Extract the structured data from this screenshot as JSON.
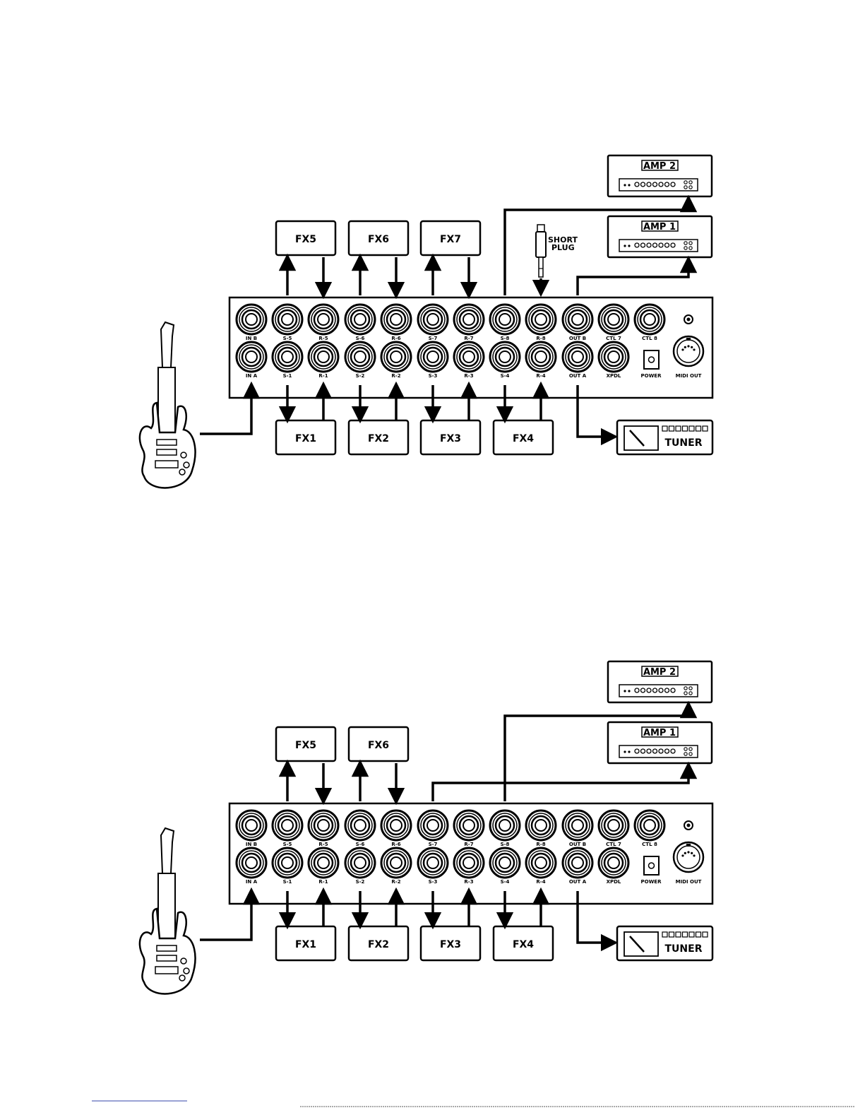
{
  "jacks": {
    "top": [
      "IN B",
      "S-5",
      "R-5",
      "S-6",
      "R-6",
      "S-7",
      "R-7",
      "S-8",
      "R-8",
      "OUT B",
      "CTL 7",
      "CTL 8"
    ],
    "bottom": [
      "IN A",
      "S-1",
      "R-1",
      "S-2",
      "R-2",
      "S-3",
      "R-3",
      "S-4",
      "R-4",
      "OUT A",
      "XPDL"
    ],
    "power": "POWER",
    "midi": "MIDI OUT"
  },
  "amps": {
    "amp1": "AMP 1",
    "amp2": "AMP 2"
  },
  "tuner": "TUNER",
  "short_plug": [
    "SHORT",
    "PLUG"
  ],
  "diagrams": [
    {
      "top_fx": [
        "FX5",
        "FX6",
        "FX7"
      ],
      "bottom_fx": [
        "FX1",
        "FX2",
        "FX3",
        "FX4"
      ],
      "has_short_plug": true
    },
    {
      "top_fx": [
        "FX5",
        "FX6"
      ],
      "bottom_fx": [
        "FX1",
        "FX2",
        "FX3",
        "FX4"
      ],
      "has_short_plug": false
    }
  ]
}
